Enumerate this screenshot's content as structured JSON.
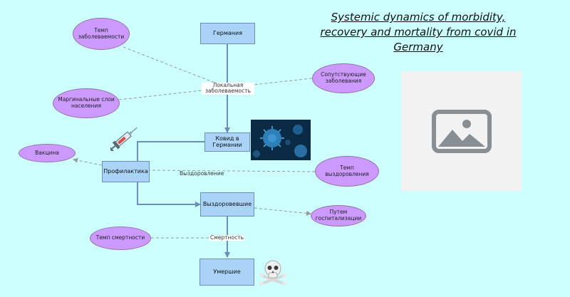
{
  "title": "Systemic dynamics of morbidity, recovery and mortality from covid in Germany",
  "nodes": {
    "germany": "Германия",
    "covid": "Ковид в Германии",
    "prevention": "Профилактика",
    "recovered": "Выздоровевшие",
    "dead": "Умершие"
  },
  "ellipses": {
    "morbidity_rate": "Темп заболеваемости",
    "marginal_layers": "Маргинальные слои населения",
    "comorbidities": "Сопутствующие заболевания",
    "vaccine": "Вакцина",
    "recovery_rate": "Темп выздоровления",
    "hospitalization": "Путем госпитализации",
    "mortality_rate": "Темп смертности"
  },
  "edge_labels": {
    "local_morbidity": "Локальная заболеваемость",
    "recovery": "Выздоровление",
    "mortality": "Смертность"
  },
  "icons": {
    "syringe": "syringe-icon",
    "skull": "skull-crossbones-icon",
    "image_placeholder": "image-placeholder-icon",
    "virus": "coronavirus-image"
  },
  "colors": {
    "background": "#ccfffe",
    "process_fill": "#a9d4f7",
    "ellipse_fill": "#cc99ff",
    "arrow": "#6c8ebf",
    "dashed": "#999999"
  }
}
